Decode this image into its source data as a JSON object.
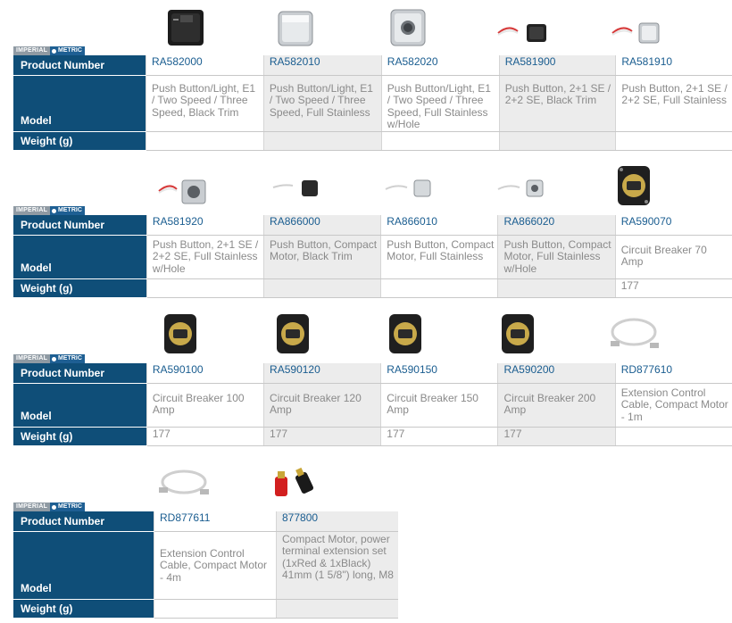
{
  "units_toggle": {
    "imperial": "IMPERIAL",
    "metric": "METRIC"
  },
  "labels": {
    "product_number": "Product Number",
    "model": "Model",
    "weight": "Weight  (g)"
  },
  "blocks": [
    {
      "products": [
        {
          "number": "RA582000",
          "model": "Push Button/Light, E1 / Two Speed / Three Speed, Black Trim",
          "weight": "",
          "image": "black-square-button-icon"
        },
        {
          "number": "RA582010",
          "model": "Push Button/Light, E1 / Two Speed / Three Speed, Full Stainless",
          "weight": "",
          "image": "stainless-square-button-icon"
        },
        {
          "number": "RA582020",
          "model": "Push Button/Light, E1 / Two Speed / Three Speed, Full Stainless w/Hole",
          "weight": "",
          "image": "stainless-button-with-hole-icon"
        },
        {
          "number": "RA581900",
          "model": "Push Button, 2+1 SE / 2+2 SE, Black Trim",
          "weight": "",
          "image": "black-button-with-wires-icon"
        },
        {
          "number": "RA581910",
          "model": "Push Button, 2+1 SE / 2+2 SE, Full Stainless",
          "weight": "",
          "image": "stainless-button-with-wires-icon"
        }
      ]
    },
    {
      "products": [
        {
          "number": "RA581920",
          "model": "Push Button, 2+1 SE / 2+2 SE, Full Stainless w/Hole",
          "weight": "",
          "image": "stainless-hole-button-with-wires-icon"
        },
        {
          "number": "RA866000",
          "model": "Push Button, Compact Motor, Black Trim",
          "weight": "",
          "image": "black-compact-button-icon"
        },
        {
          "number": "RA866010",
          "model": "Push Button, Compact Motor, Full Stainless",
          "weight": "",
          "image": "stainless-compact-button-icon"
        },
        {
          "number": "RA866020",
          "model": "Push Button, Compact Motor, Full Stainless w/Hole",
          "weight": "",
          "image": "stainless-hole-compact-button-icon"
        },
        {
          "number": "RA590070",
          "model": "Circuit Breaker 70 Amp",
          "weight": "177",
          "image": "circuit-breaker-icon"
        }
      ]
    },
    {
      "products": [
        {
          "number": "RA590100",
          "model": "Circuit Breaker 100 Amp",
          "weight": "177",
          "image": "circuit-breaker-icon"
        },
        {
          "number": "RA590120",
          "model": "Circuit Breaker 120 Amp",
          "weight": "177",
          "image": "circuit-breaker-icon"
        },
        {
          "number": "RA590150",
          "model": "Circuit Breaker 150 Amp",
          "weight": "177",
          "image": "circuit-breaker-icon"
        },
        {
          "number": "RA590200",
          "model": "Circuit Breaker 200 Amp",
          "weight": "177",
          "image": "circuit-breaker-icon"
        },
        {
          "number": "RD877610",
          "model": "Extension Control Cable, Compact Motor - 1m",
          "weight": "",
          "image": "extension-cable-icon"
        }
      ]
    },
    {
      "products": [
        {
          "number": "RD877611",
          "model": "Extension Control Cable, Compact Motor - 4m",
          "weight": "",
          "image": "extension-cable-icon"
        },
        {
          "number": "877800",
          "model": "Compact Motor, power terminal extension set (1xRed & 1xBlack) 41mm (1 5/8\") long, M8",
          "weight": "",
          "image": "power-terminal-set-icon"
        }
      ]
    }
  ]
}
